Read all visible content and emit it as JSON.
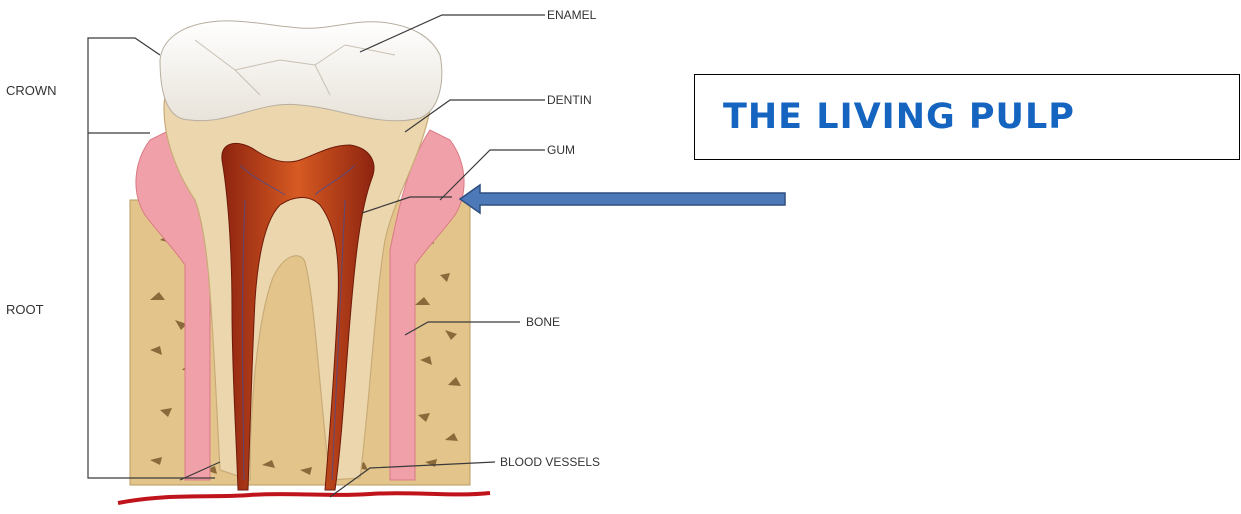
{
  "title": "THE LIVING PULP",
  "labels": {
    "crown": "CROWN",
    "root": "ROOT",
    "enamel": "ENAMEL",
    "dentin": "DENTIN",
    "gum": "GUM",
    "bone": "BONE",
    "blood_vessels": "BLOOD VESSELS"
  },
  "colors": {
    "title": "#1565c0",
    "arrow_fill": "#4e79b8",
    "arrow_stroke": "#2f4f80",
    "bone": "#e3c58c",
    "gum": "#f0a0a8",
    "enamel": "#f4f1ec",
    "dentin": "#ecd6ae",
    "pulp": "#b53a1e",
    "blood_line": "#c0141c"
  },
  "arrow_icon": "left-arrow-icon"
}
